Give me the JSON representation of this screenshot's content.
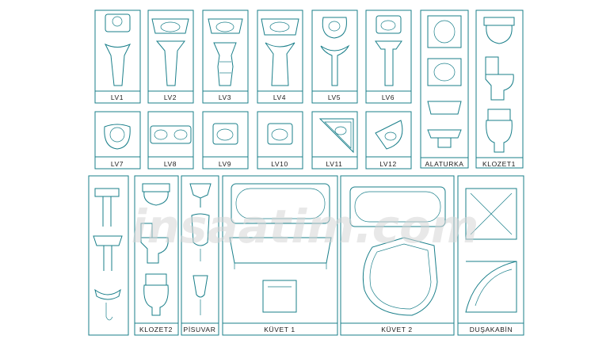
{
  "sheet": {
    "row1": [
      "LV1",
      "LV2",
      "LV3",
      "LV4",
      "LV5",
      "LV6",
      "ALATURKA",
      "KLOZET1"
    ],
    "row2": [
      "LV7",
      "LV8",
      "LV9",
      "LV10",
      "LV11",
      "LV12"
    ],
    "row3": [
      "KLOZET2",
      "PİSUVAR",
      "KÜVET 1",
      "KÜVET 2",
      "DUŞAKABİN"
    ]
  },
  "watermark": "insaatim.com",
  "colors": {
    "line": "#1a7f8a",
    "label": "#1a1a1a",
    "watermark": "#d6d6d6"
  }
}
